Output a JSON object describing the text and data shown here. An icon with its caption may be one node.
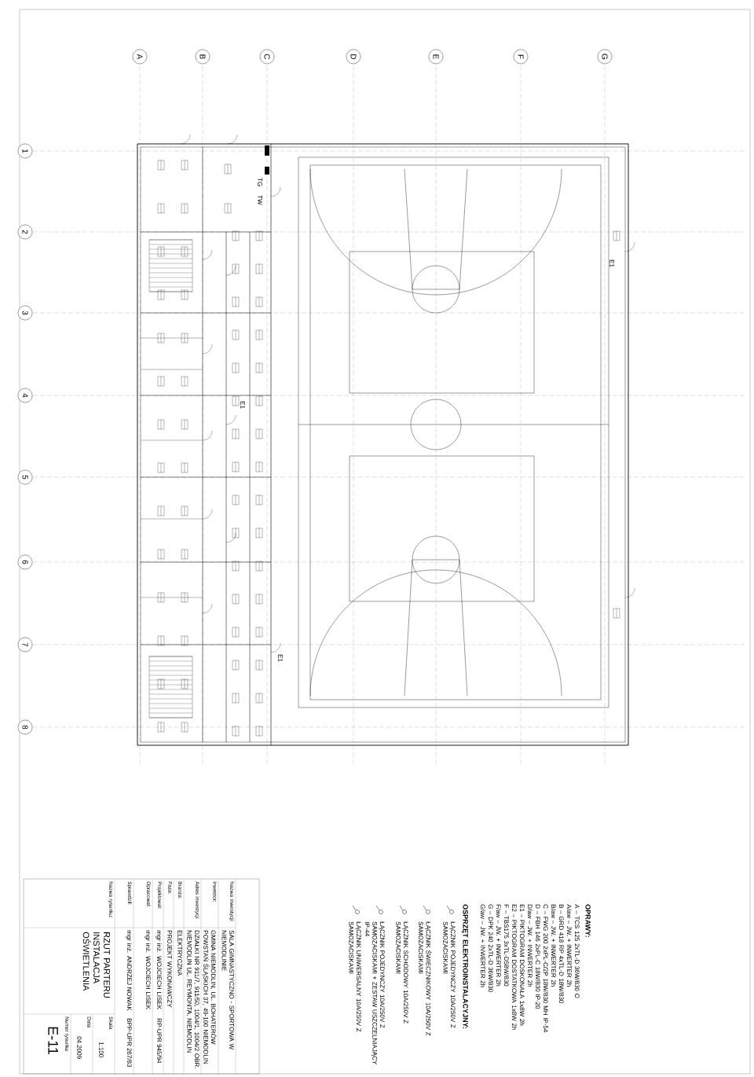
{
  "diagram": {
    "labels": [
      "A",
      "B",
      "C",
      "D",
      "E",
      "F",
      "G",
      "1",
      "2",
      "3",
      "4",
      "5",
      "6",
      "7",
      "8",
      "TG",
      "TW",
      "E1",
      "E1",
      "E1",
      "OPRAWY:",
      "A – TCS 125 2xTL-D 36W/830 O",
      "A/aw – JW. + INWERTER 2h",
      "B – GRD 418 RP 4xTL-D 18W/830",
      "B/aw – JW. + INWERTER 2h",
      "C – FWG 200 2xPL-C/2P 18W/830 MH IP-54",
      "D – FBH 146 2xPL-C 18W/830 IP-20",
      "D/aw – JW. + INWERTER 2h",
      "E1 – PIKTOGRAM DOSKONAŁA 1x8W 2h",
      "E2 – PIKTOGRAM DOSTATKOWA 1x8W 2h",
      "F – TBS175 3xTL-D58W/830",
      "F/aw – JW. + INWERTER 2h",
      "G – DPK 240 2xTL-D 36W/830",
      "G/aw – JW. + INWERTER 2h",
      "OSPRZĘT ELEKTROINSTALACYJNY:",
      "Nazwa inwestycji:",
      "SALA GIMNASTYCZNO - SPORTOWA W NIEMODLINIE",
      "Inwestor:",
      "GMINA NIEMODLIN, UL. BOHATERÓW POWSTAŃ ŚLĄSKICH 37, 49-100 NIEMODLIN",
      "Adres inwestycji:",
      "DZIAŁKI NR 911/7, 911/50, 1004/1, 1004/2 OBR. NIEMODLIN UL. REYMONTA, NIEMODLIN",
      "Branża:",
      "ELEKTRYCZNA",
      "Faza:",
      "PROJEKT WYKONAWCZY",
      "Projektował:",
      "mgr inż. WOJCIECH LISEK",
      "RP-UPR 945/94",
      "Opracował:",
      "mgr inż. WOJCIECH LISEK",
      "Sprawdził:",
      "mgr inż. ANDRZEJ NOWAK",
      "BPP-UPR 267/83",
      "Nazwa rysunku:",
      "RZUT PARTERU INSTALACJA OŚWIETLENIA",
      "Skala",
      "1:100",
      "Data",
      "04.2009",
      "Numer rysunku",
      "E-11"
    ],
    "legend": [
      {
        "text": "ŁĄCZNIK POJEDYNCZY 10A/250V Z SAMOZACISKAMI"
      },
      {
        "text": "ŁĄCZNIK ŚWIECZNIKOWY 10A/250V Z SAMOZACISKAMI"
      },
      {
        "text": "ŁĄCZNIK SCHODOWY 10A/250V Z SAMOZACISKAMI"
      },
      {
        "text": "ŁĄCZNIK POJEDYNCZY 10A/250V Z SAMOZACISKAMI + ZESTAW USZCZELNIAJĄCY IP-44"
      },
      {
        "text": "ŁĄCZNIK UNIWERSALNY 10A/250V Z SAMOZACISKAMI"
      }
    ]
  }
}
